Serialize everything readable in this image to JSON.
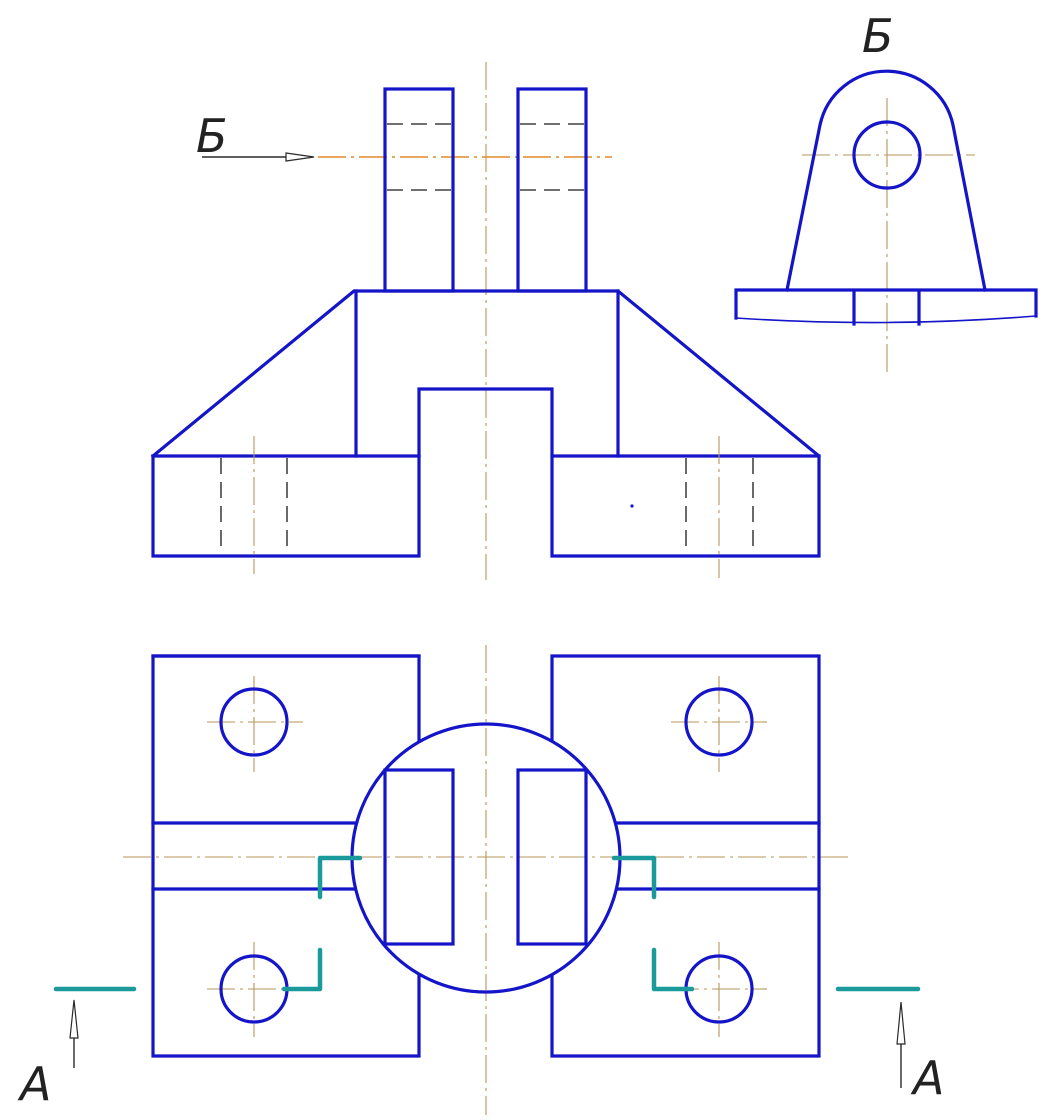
{
  "labels": {
    "view_b_arrow": "Б",
    "view_b_title": "Б",
    "section_a_left": "А",
    "section_a_right": "А"
  },
  "colors": {
    "outline": "#1414c8",
    "hidden_line": "#1a1a1a",
    "center_line": "#b9955a",
    "section_line": "#1a9a9a",
    "background": "#ffffff"
  }
}
